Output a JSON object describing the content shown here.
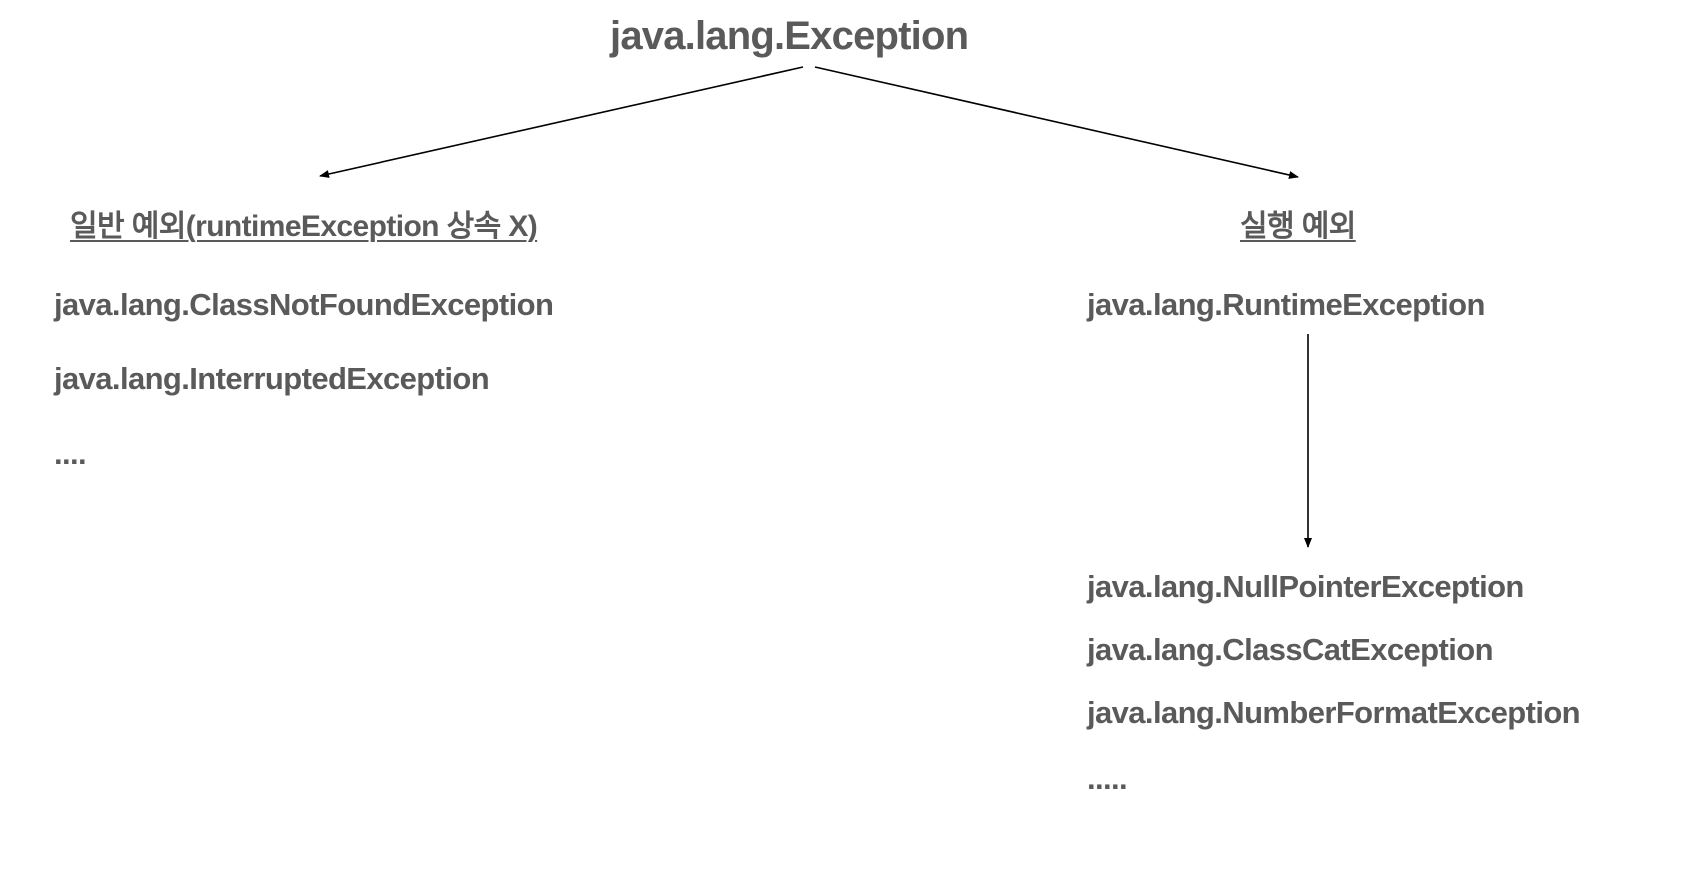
{
  "root": {
    "label": "java.lang.Exception"
  },
  "checked": {
    "heading": "일반 예외(runtimeException 상속 X)",
    "items": [
      "java.lang.ClassNotFoundException",
      "java.lang.InterruptedException",
      "...."
    ]
  },
  "runtime": {
    "heading": "실행 예외",
    "parent": "java.lang.RuntimeException",
    "items": [
      "java.lang.NullPointerException",
      "java.lang.ClassCatException",
      "java.lang.NumberFormatException",
      "....."
    ]
  },
  "colors": {
    "text": "#5a5a5a",
    "arrow": "#000000",
    "background": "#ffffff"
  }
}
